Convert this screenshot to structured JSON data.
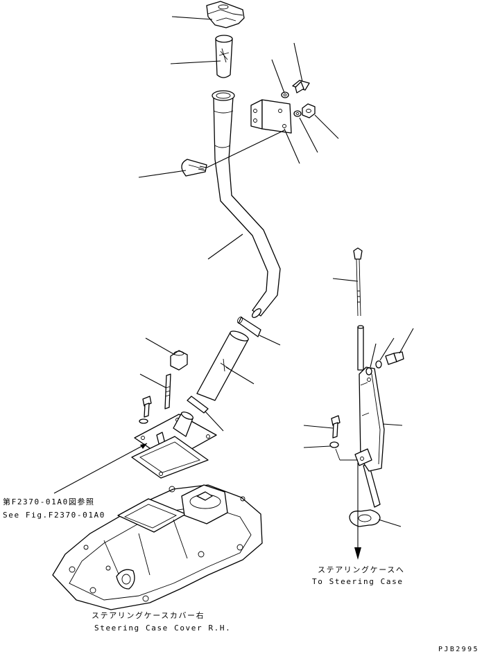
{
  "labels": {
    "ref_ja": "第F2370-01A0図参照",
    "ref_en": "See Fig.F2370-01A0",
    "cover_ja": "ステアリングケースカバー右",
    "cover_en": "Steering Case Cover R.H.",
    "to_case_ja": "ステアリングケースへ",
    "to_case_en": "To Steering Case",
    "drawing_code": "PJB2995"
  }
}
